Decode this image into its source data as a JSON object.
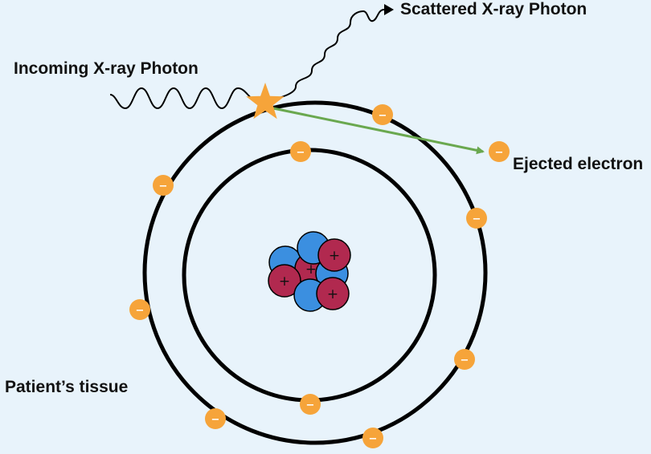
{
  "labels": {
    "scattered": "Scattered X-ray Photon",
    "incoming": "Incoming X-ray Photon",
    "ejected": "Ejected electron",
    "tissue": "Patient’s tissue"
  },
  "symbols": {
    "electron": "−",
    "proton": "+"
  },
  "colors": {
    "background": "#e8f3fb",
    "electron": "#f6a43a",
    "proton": "#b1294f",
    "neutron": "#3b8fe0",
    "star": "#f6a43a",
    "ejection_arrow": "#6aa84f",
    "orbit": "#000000"
  }
}
